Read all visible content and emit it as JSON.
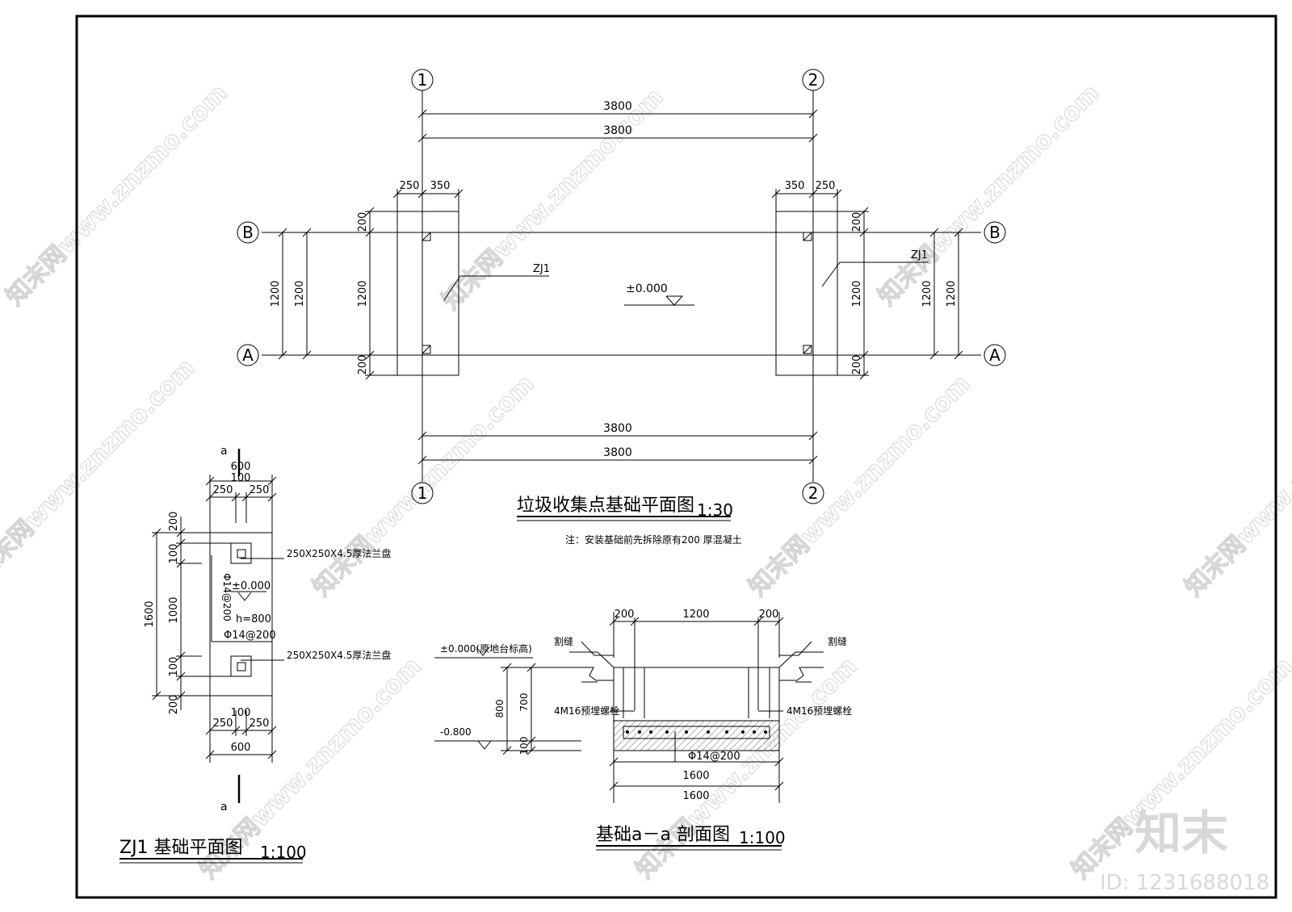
{
  "main_plan": {
    "title": "垃圾收集点基础平面图",
    "scale": "1:30",
    "note": "注：安装基础前先拆除原有200 厚混凝土",
    "axis_1": "1",
    "axis_2": "2",
    "axis_a": "A",
    "axis_b": "B",
    "dim_3800": "3800",
    "dim_250": "250",
    "dim_350": "350",
    "dim_200": "200",
    "dim_1200": "1200",
    "label_zj1": "ZJ1",
    "elevation": "±0.000"
  },
  "zj1_plan": {
    "title": "ZJ1  基础平面图",
    "scale": "1:100",
    "section_mark": "a",
    "dim_600": "600",
    "dim_100": "100",
    "dim_250": "250",
    "dim_200": "200",
    "dim_1600": "1600",
    "dim_1000": "1000",
    "flange_label": "250X250X4.5厚法兰盘",
    "rebar_v": "Φ14@200",
    "rebar_h": "Φ14@200",
    "elevation": "±0.000",
    "height": "h=800"
  },
  "section": {
    "title": "基础a－a  剖面图",
    "scale": "1:100",
    "dim_200": "200",
    "dim_1200": "1200",
    "dim_1600": "1600",
    "dim_800": "800",
    "dim_700": "700",
    "dim_100": "100",
    "joint": "割缝",
    "elev_top": "±0.000(原地台标高)",
    "elev_bottom": "-0.800",
    "bolts": "4M16预埋螺栓",
    "rebar": "Φ14@200"
  },
  "watermark": {
    "text": "知末网www.znzmo.com",
    "logo": "知末",
    "id": "ID: 1231688018"
  }
}
